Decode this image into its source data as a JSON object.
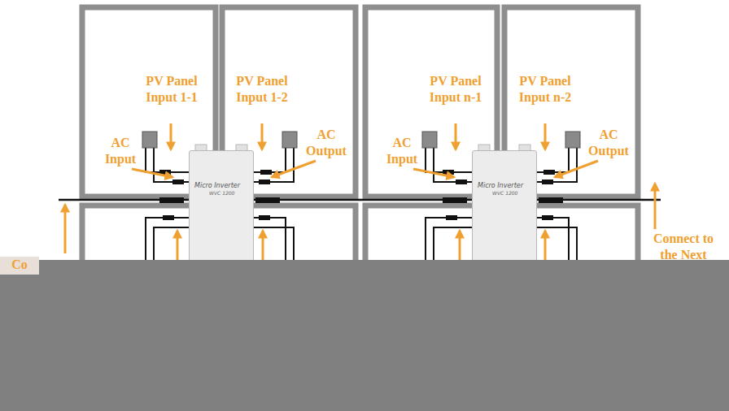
{
  "diagram": {
    "nodes": [
      {
        "text": [
          "Micro Inverter",
          "WVC 1200"
        ]
      },
      {
        "text": [
          "Micro Inverter",
          "WVC 1200"
        ]
      }
    ],
    "edges": [
      {
        "from": 0,
        "to": 1,
        "arrow": "none"
      }
    ],
    "labels": [
      "PV Panel Input 1-1",
      "PV Panel Input 1-2",
      "AC Input",
      "AC Output",
      "PV Panel Input n-1",
      "PV Panel Input n-2",
      "AC Input",
      "AC Output",
      "Connect to the Next",
      "Co"
    ]
  }
}
